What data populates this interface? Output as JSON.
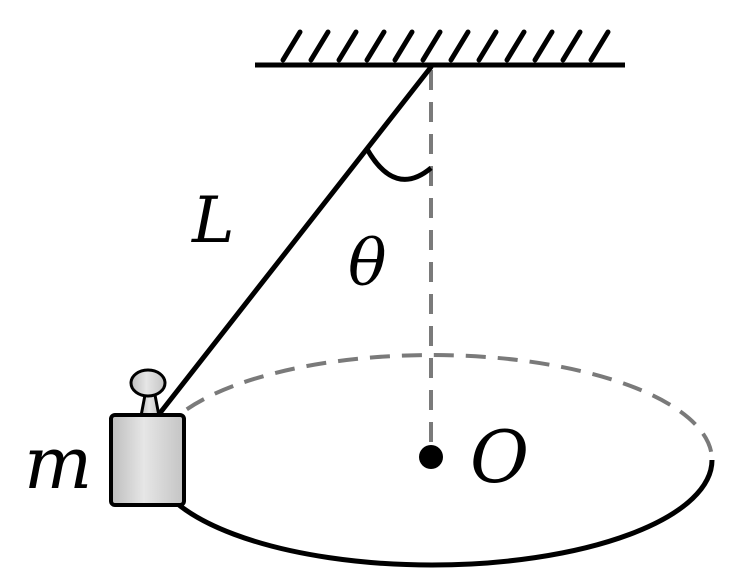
{
  "labels": {
    "length": "L",
    "angle": "θ",
    "mass": "m",
    "center": "O"
  },
  "colors": {
    "line": "#000000",
    "dashed": "#7a7a7a",
    "weight_fill": "#d3d3d3",
    "background": "#ffffff"
  }
}
